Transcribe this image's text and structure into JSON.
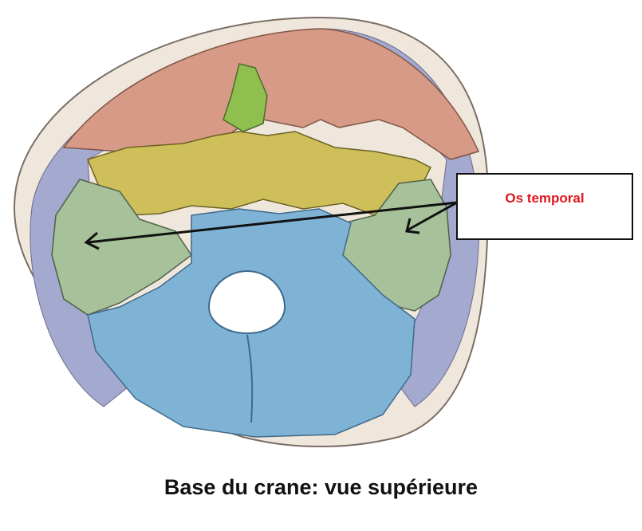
{
  "caption": "Base du crane: vue supérieure",
  "callout": {
    "label": "Os temporal",
    "label_color": "#e0161b"
  },
  "colors": {
    "frontal": "#d79a86",
    "ethmoid": "#8fbf4f",
    "sphenoid": "#cfbf5a",
    "temporal": "#a7c19a",
    "occipital": "#7fb3d6",
    "parietal": "#a3a9cf",
    "skull_rim": "#efe6dc"
  },
  "regions": [
    {
      "name": "frontal-bone"
    },
    {
      "name": "ethmoid-bone"
    },
    {
      "name": "sphenoid-bone"
    },
    {
      "name": "temporal-bone-left"
    },
    {
      "name": "temporal-bone-right"
    },
    {
      "name": "occipital-bone"
    },
    {
      "name": "parietal-bone-left"
    },
    {
      "name": "parietal-bone-right"
    }
  ]
}
